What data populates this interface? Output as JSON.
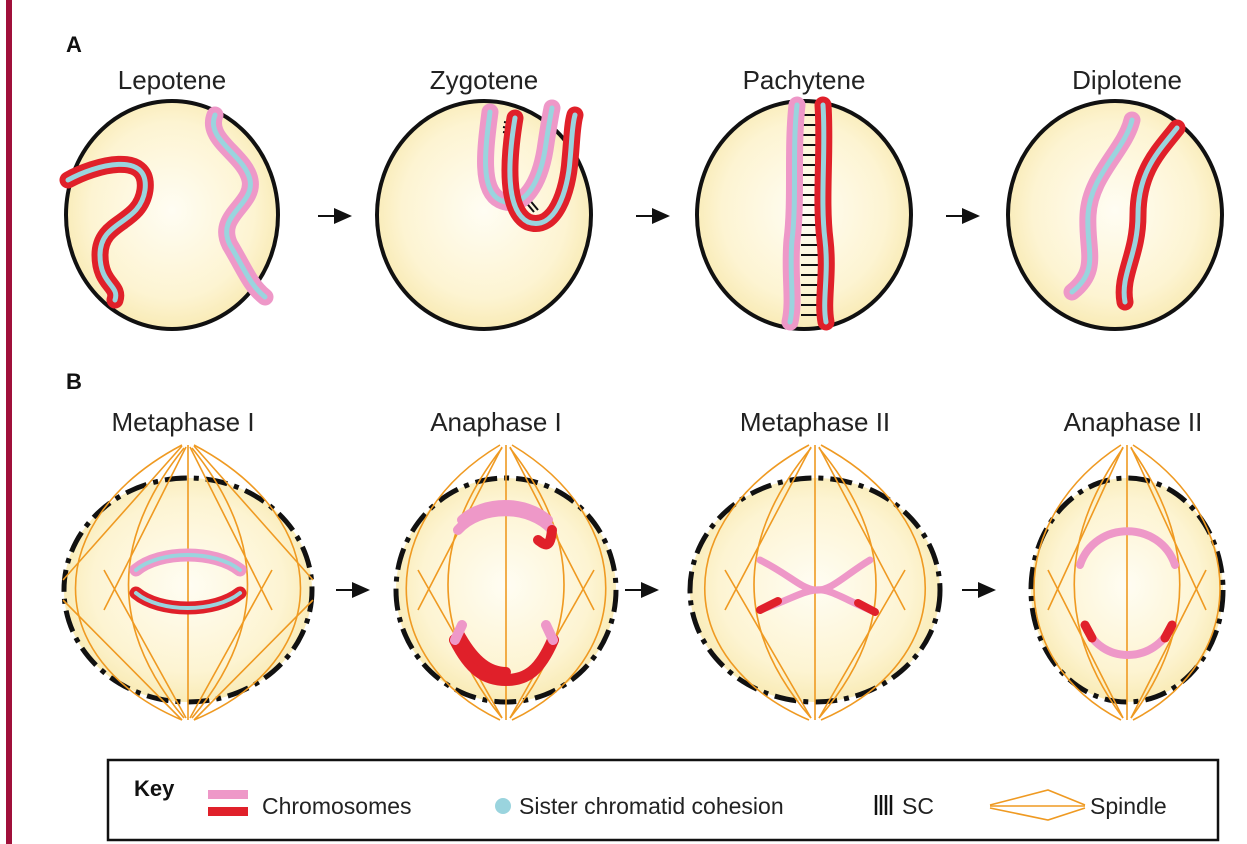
{
  "panels": [
    {
      "letter": "A",
      "stages": [
        "Lepotene",
        "Zygotene",
        "Pachytene",
        "Diplotene"
      ]
    },
    {
      "letter": "B",
      "stages": [
        "Metaphase I",
        "Anaphase I",
        "Metaphase II",
        "Anaphase II"
      ]
    }
  ],
  "key": {
    "title": "Key",
    "chromosomes": "Chromosomes",
    "cohesion": "Sister chromatid cohesion",
    "sc": "SC",
    "spindle": "Spindle"
  },
  "colors": {
    "accent_bar": "#a0103a",
    "cell_fill": "#fbefbe",
    "cell_center": "#fffdf3",
    "chromosome_pink": "#ee98c8",
    "chromosome_red": "#e0202a",
    "cohesion_cyan": "#9ad4de",
    "spindle_orange": "#ef9a22",
    "sc_black": "#111111"
  }
}
